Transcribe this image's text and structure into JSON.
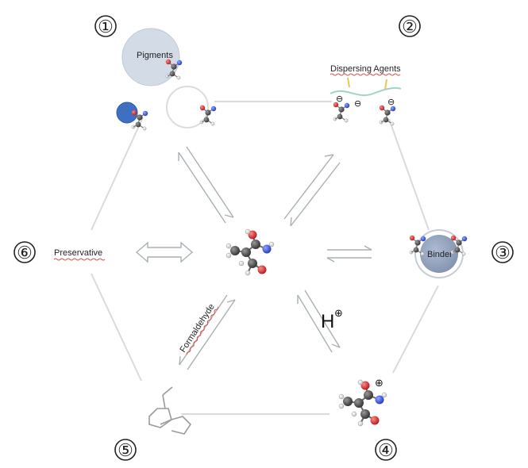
{
  "nodes": [
    {
      "number": "①",
      "label": "Pigments"
    },
    {
      "number": "②",
      "label": "Dispersing Agents"
    },
    {
      "number": "③",
      "label": "Binder"
    },
    {
      "number": "④",
      "label": ""
    },
    {
      "number": "⑤",
      "label": ""
    },
    {
      "number": "⑥",
      "label": "Preservative"
    }
  ],
  "labels": {
    "formaldehyde": "Formaldehyde",
    "h_plus": "H",
    "h_plus_charge": "⊕",
    "charge_plus": "⊕",
    "charge_minus": "⊖"
  },
  "colors": {
    "pigment_bubble": "#d3dbe6",
    "pigment_blue": "#3e6fc2",
    "binder_bubble": "#9aaac3",
    "hexagon_line": "#d8d8d8",
    "arrow_line": "#a8b0b4",
    "atom_carbon": "#4a4a4a",
    "atom_oxygen": "#cc2b2b",
    "atom_nitrogen": "#3a55d0",
    "atom_hydrogen": "#d6d6d6"
  }
}
